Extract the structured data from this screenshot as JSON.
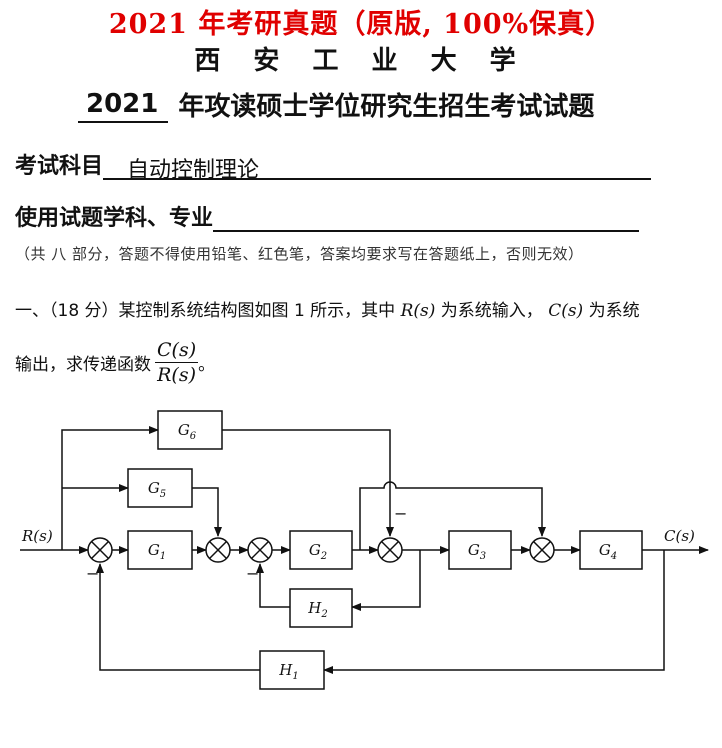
{
  "banner": "2021 年考研真题（原版, 100%保真）",
  "university": "西 安 工 业 大 学",
  "exam_title": {
    "year": "2021",
    "rest": "年攻读硕士学位研究生招生考试试题"
  },
  "subject": {
    "label": "考试科目",
    "value": "自动控制理论"
  },
  "major": {
    "label": "使用试题学科、专业",
    "value": ""
  },
  "note": "（共 八 部分，答题不得使用铅笔、红色笔，答案均要求写在答题纸上，否则无效）",
  "question1": {
    "part_a": "一、（18 分）某控制系统结构图如图 1 所示，其中",
    "R": "R(s)",
    "part_b": "为系统输入，",
    "C": "C(s)",
    "part_c": "为系统",
    "line2": "输出，求传递函数",
    "frac_num": "C(s)",
    "frac_den": "R(s)",
    "end": "。"
  },
  "diagram": {
    "input": "R(s)",
    "output": "C(s)",
    "blocks": {
      "g1": "G",
      "g2": "G",
      "g3": "G",
      "g4": "G",
      "g5": "G",
      "g6": "G",
      "h1": "H",
      "h2": "H"
    },
    "subscripts": {
      "g1": "1",
      "g2": "2",
      "g3": "3",
      "g4": "4",
      "g5": "5",
      "g6": "6",
      "h1": "1",
      "h2": "2"
    },
    "signs": {
      "s1_minus": "−",
      "s3_minus": "−",
      "s4_minus": "−"
    }
  }
}
